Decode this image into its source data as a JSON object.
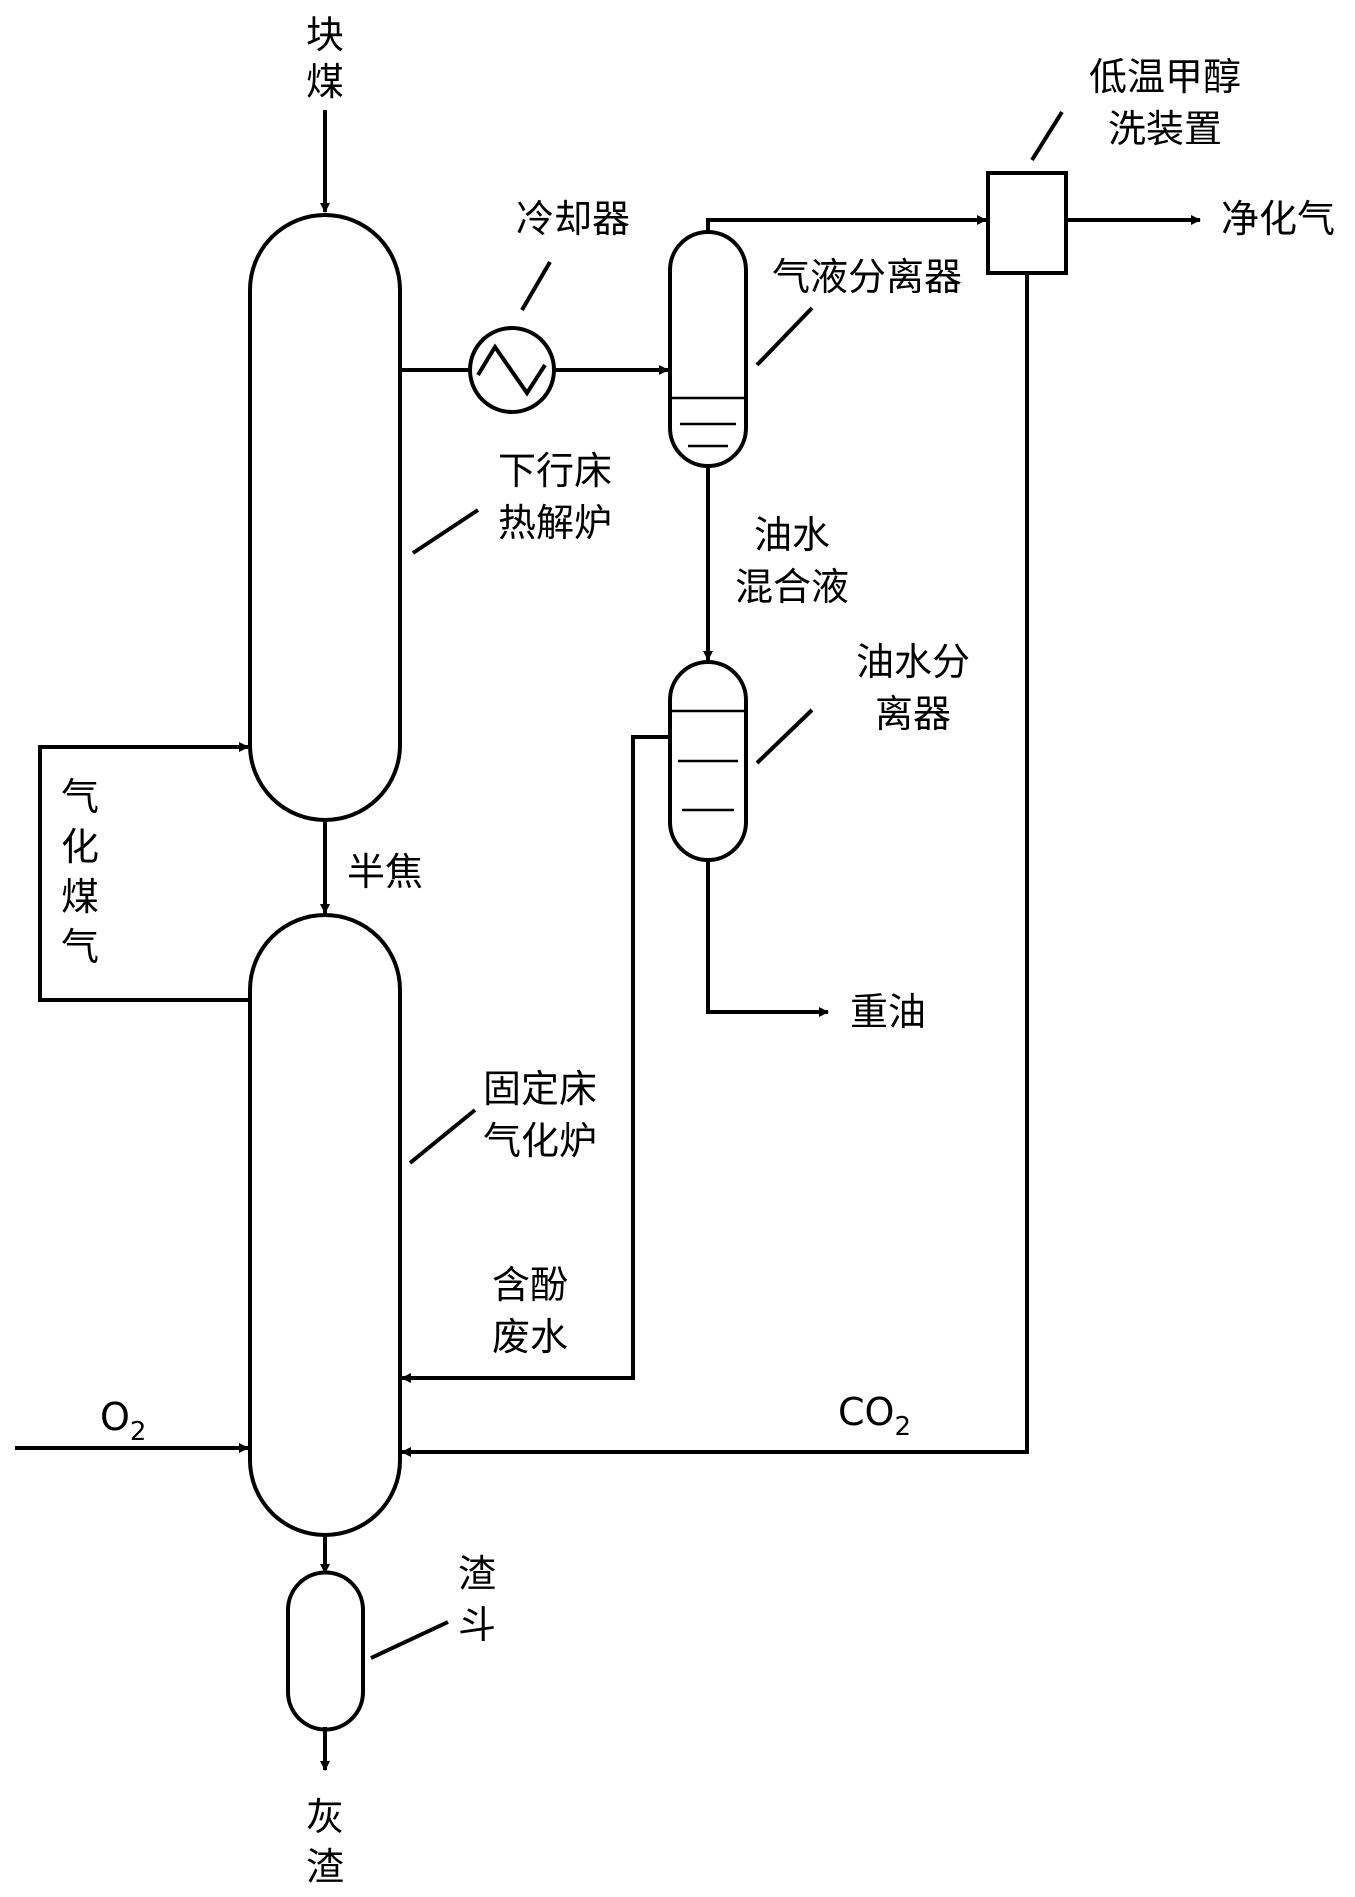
{
  "labels": {
    "lump_coal": [
      "块",
      "煤"
    ],
    "cooler": "冷却器",
    "rectisol": [
      "低温甲醇",
      "洗装置"
    ],
    "purified_gas": "净化气",
    "gas_liquid_separator": "气液分离器",
    "downer_pyrolyzer": [
      "下行床",
      "热解炉"
    ],
    "oil_water_mixture": [
      "油水",
      "混合液"
    ],
    "oil_water_separator": [
      "油水分",
      "离器"
    ],
    "gasification_gas": [
      "气",
      "化",
      "煤",
      "气"
    ],
    "semi_coke": "半焦",
    "heavy_oil": "重油",
    "fixed_bed_gasifier": [
      "固定床",
      "气化炉"
    ],
    "phenolic_wastewater": [
      "含酚",
      "废水"
    ],
    "oxygen": "O",
    "oxygen_sub": "2",
    "co2": "CO",
    "co2_sub": "2",
    "slag_hopper": [
      "渣",
      "斗"
    ],
    "ash": [
      "灰",
      "渣"
    ]
  }
}
